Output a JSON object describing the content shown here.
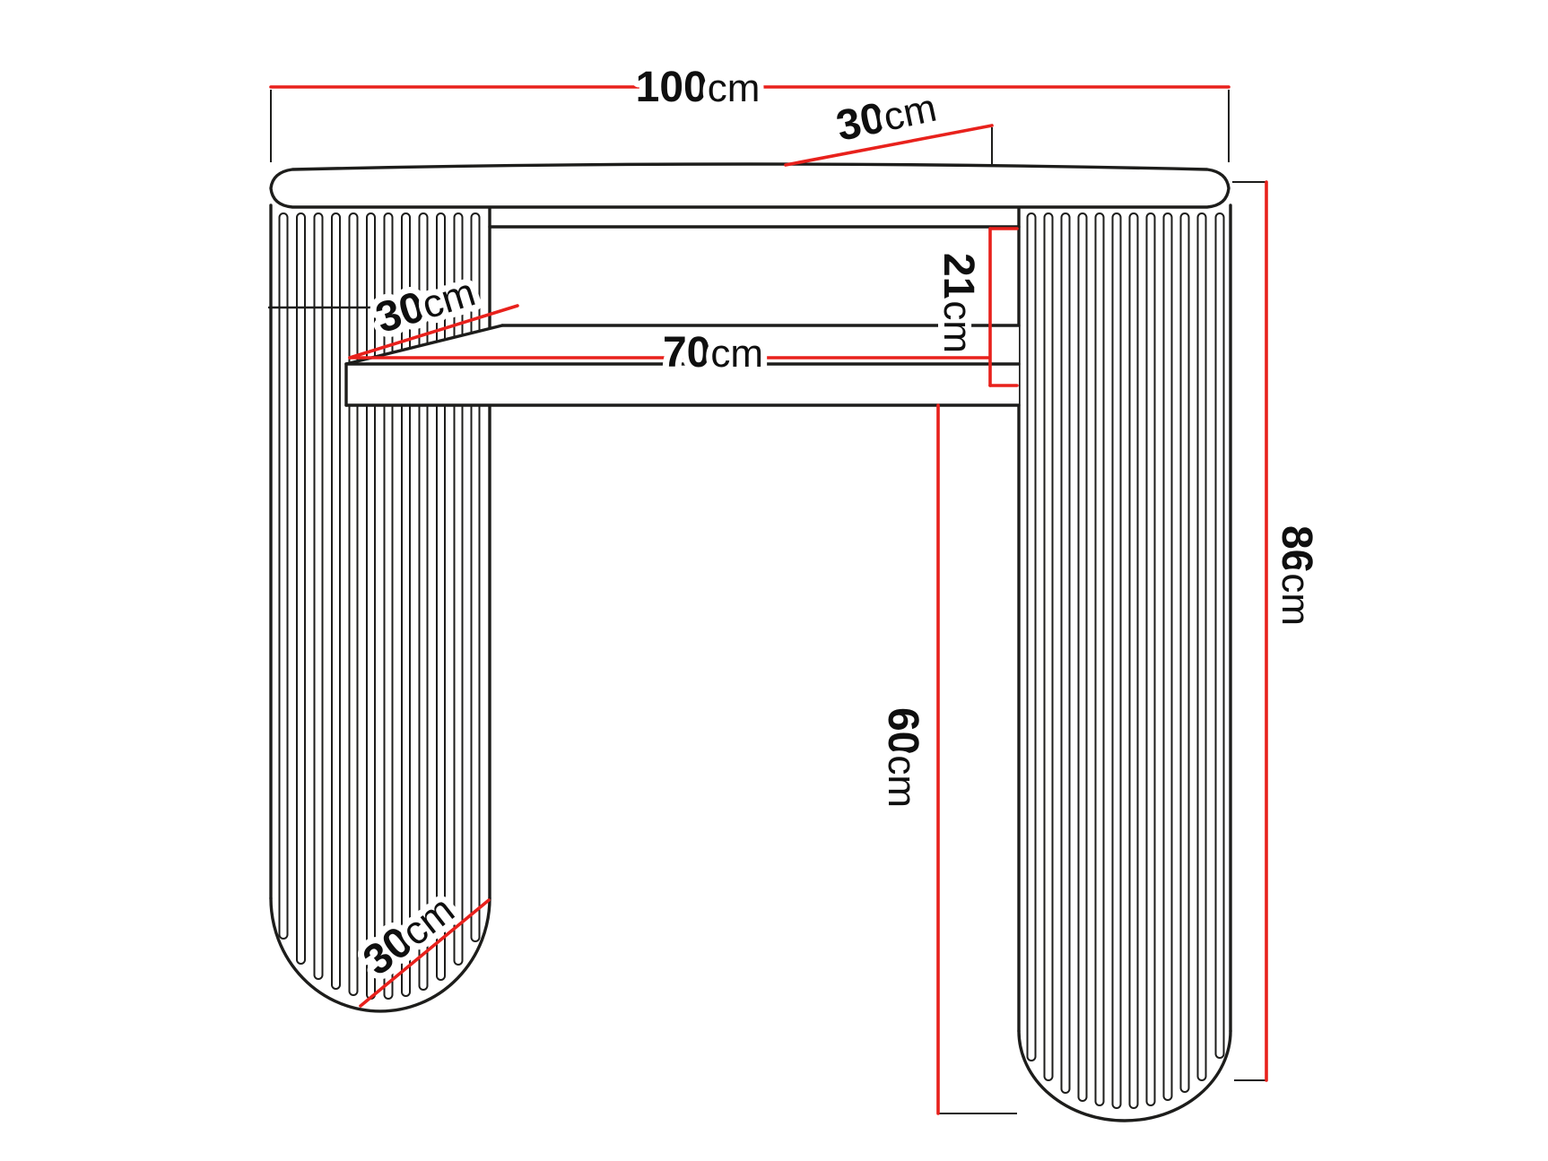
{
  "diagram": {
    "colors": {
      "dimension_line": "#e8211c",
      "outline": "#1d1d1b",
      "background": "#ffffff",
      "label_text": "#0f0f0f"
    },
    "labels": {
      "top_width": {
        "value": "100",
        "unit": "cm"
      },
      "top_depth": {
        "value": "30",
        "unit": "cm"
      },
      "total_height": {
        "value": "86",
        "unit": "cm"
      },
      "top_to_shelf": {
        "value": "21",
        "unit": "cm"
      },
      "shelf_width": {
        "value": "70",
        "unit": "cm"
      },
      "shelf_depth": {
        "value": "30",
        "unit": "cm"
      },
      "under_shelf_height": {
        "value": "60",
        "unit": "cm"
      },
      "leg_depth": {
        "value": "30",
        "unit": "cm"
      }
    }
  }
}
